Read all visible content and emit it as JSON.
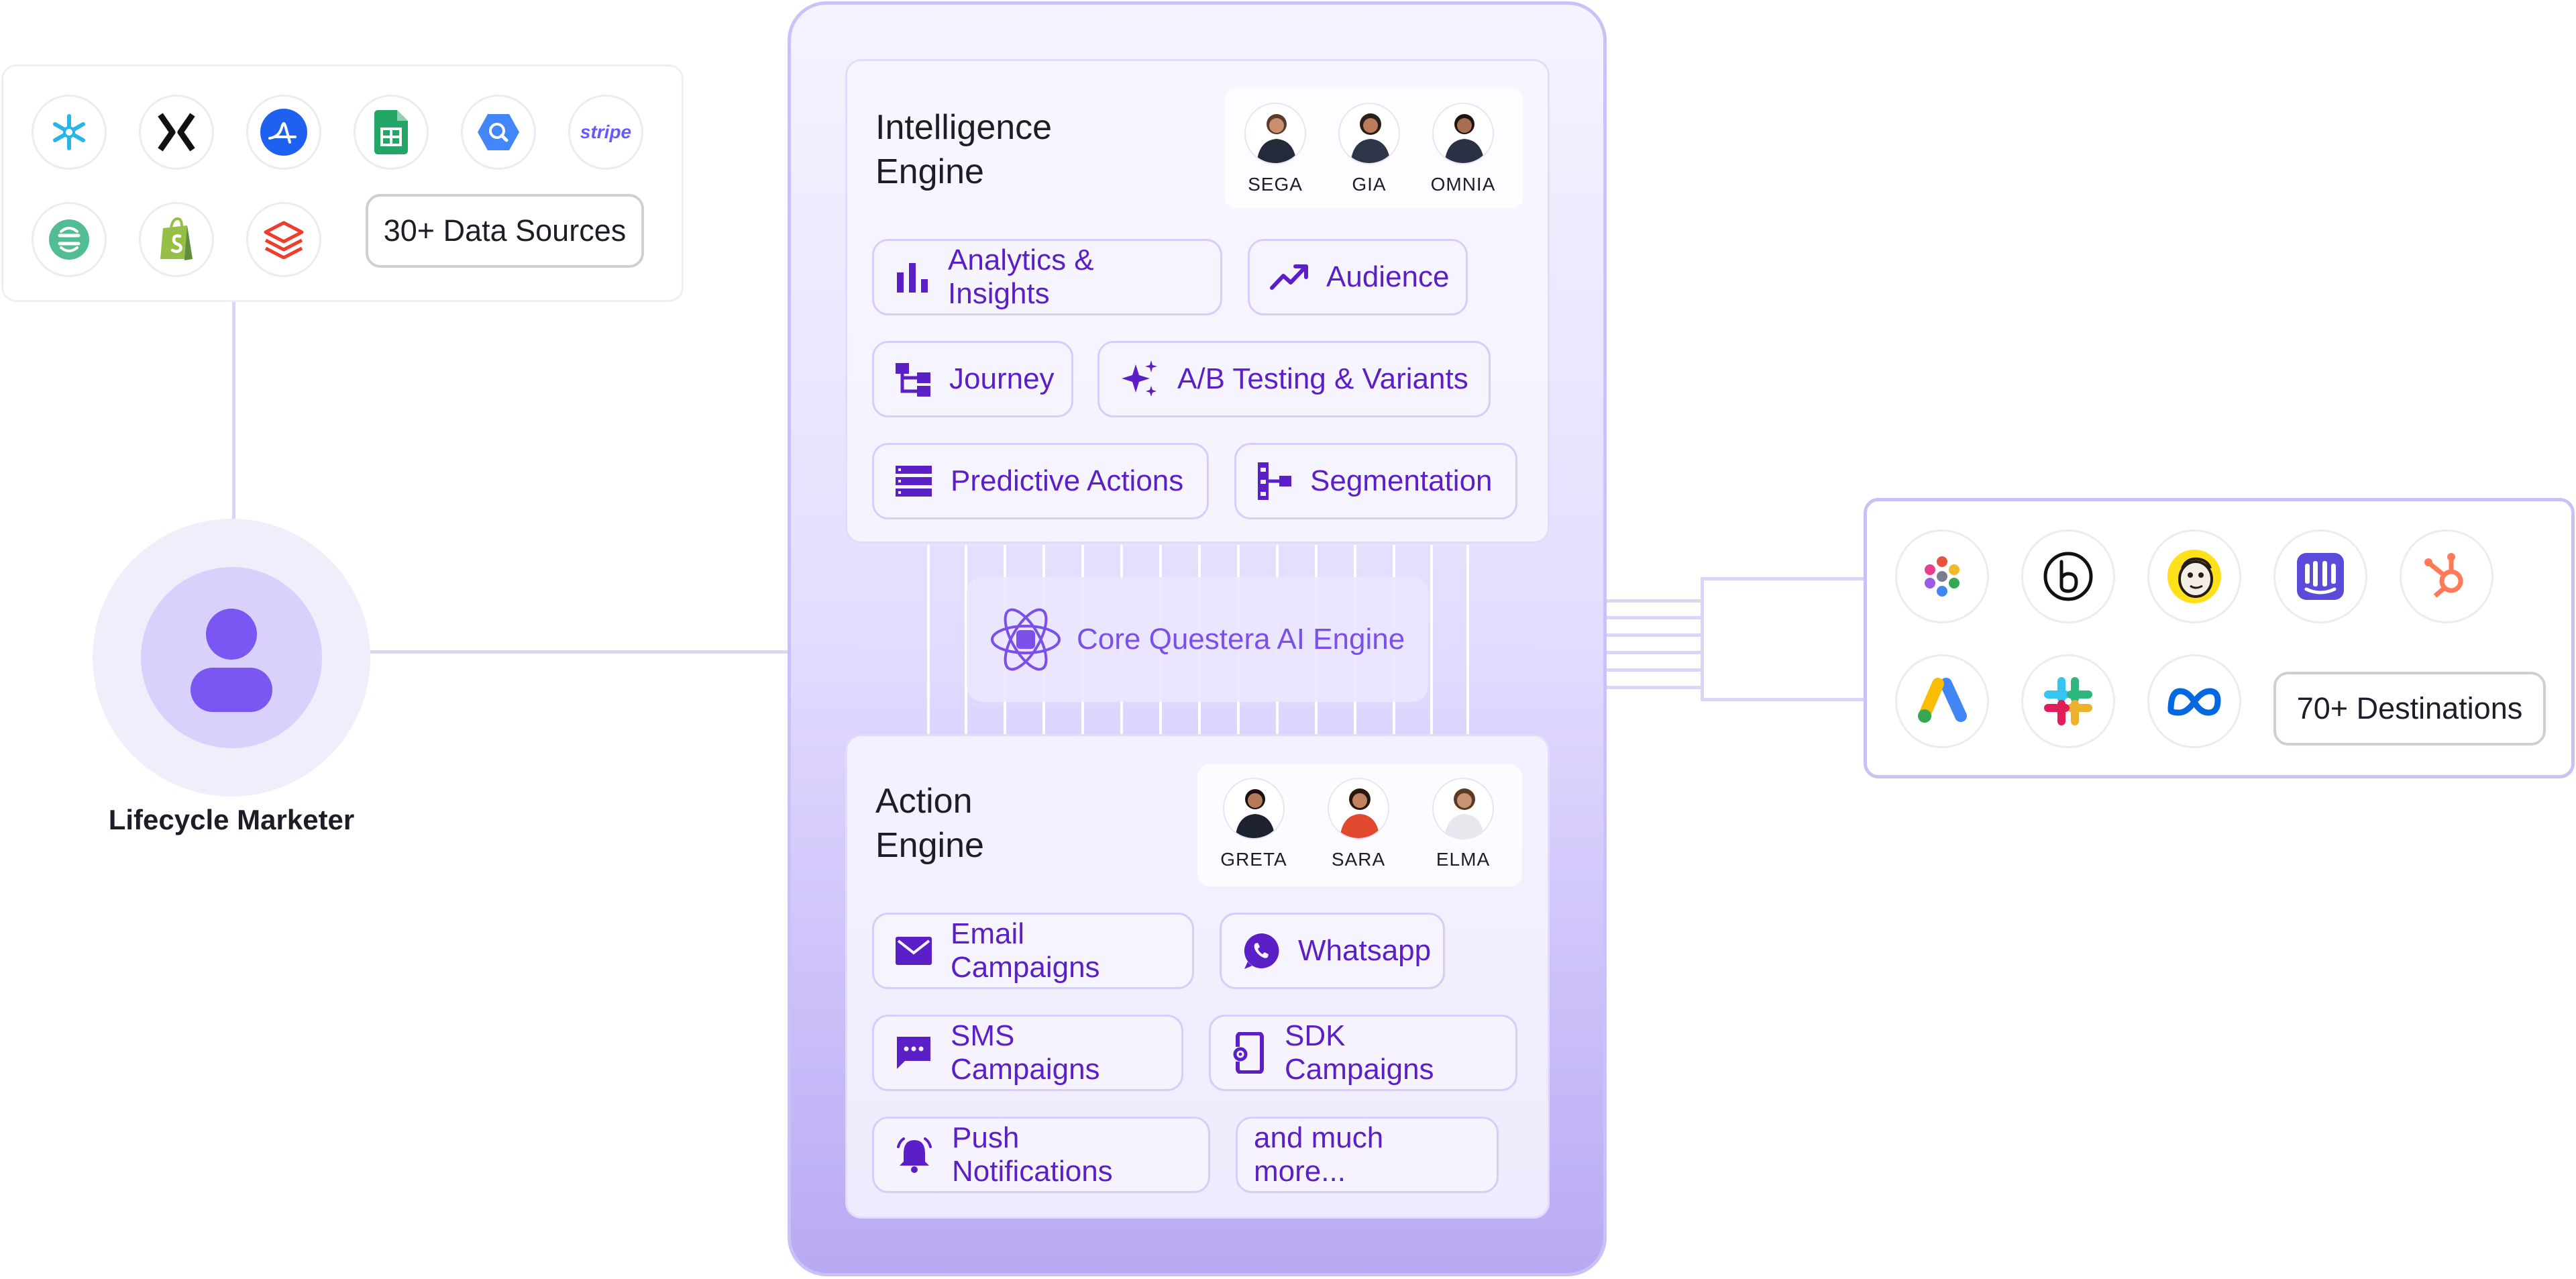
{
  "sources": {
    "icons": [
      "snowflake-icon",
      "mixpanel-icon",
      "amplitude-icon",
      "google-sheets-icon",
      "bigquery-icon",
      "stripe-icon",
      "segment-icon",
      "shopify-icon",
      "databricks-icon"
    ],
    "stripe_text": "stripe",
    "count_label": "30+ Data Sources"
  },
  "marketer": {
    "label": "Lifecycle Marketer"
  },
  "intelligence": {
    "title_line1": "Intelligence",
    "title_line2": "Engine",
    "agents": [
      "SEGA",
      "GIA",
      "OMNIA"
    ],
    "chips": [
      "Analytics & Insights",
      "Audience",
      "Journey",
      "A/B Testing & Variants",
      "Predictive Actions",
      "Segmentation"
    ]
  },
  "core": {
    "label": "Core Questera AI Engine"
  },
  "action": {
    "title_line1": "Action",
    "title_line2": "Engine",
    "agents": [
      "GRETA",
      "SARA",
      "ELMA"
    ],
    "chips": [
      "Email Campaigns",
      "Whatsapp",
      "SMS Campaigns",
      "SDK Campaigns",
      "Push Notifications",
      "and much more..."
    ]
  },
  "destinations": {
    "icons": [
      "pinwheel-icon",
      "braze-icon",
      "mailchimp-icon",
      "intercom-icon",
      "hubspot-icon",
      "google-ads-icon",
      "slack-icon",
      "meta-icon"
    ],
    "count_label": "70+ Destinations"
  },
  "colors": {
    "accent": "#5b1fc7",
    "panel_border": "#cbc1f6",
    "connector": "#dcd6f6"
  }
}
